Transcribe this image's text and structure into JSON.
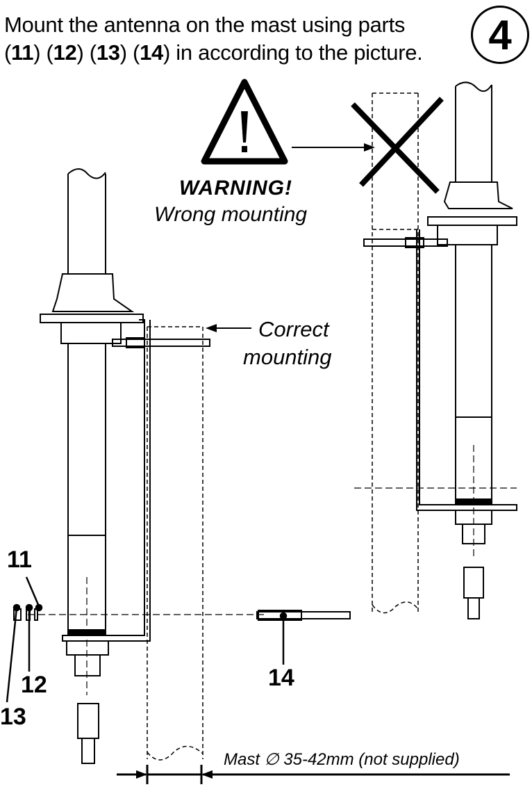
{
  "instruction": {
    "line1": "Mount the antenna on the mast using parts",
    "parts": [
      "11",
      "12",
      "13",
      "14"
    ],
    "line2_tail": "in according to the picture."
  },
  "step_number": "4",
  "warning": {
    "title": "WARNING!",
    "subtitle": "Wrong mounting",
    "icon": "warning-triangle-icon"
  },
  "correct_label": [
    "Correct",
    "mounting"
  ],
  "part_labels": {
    "p11": "11",
    "p12": "12",
    "p13": "13",
    "p14": "14"
  },
  "mast_note": "Mast ∅ 35-42mm (not supplied)"
}
